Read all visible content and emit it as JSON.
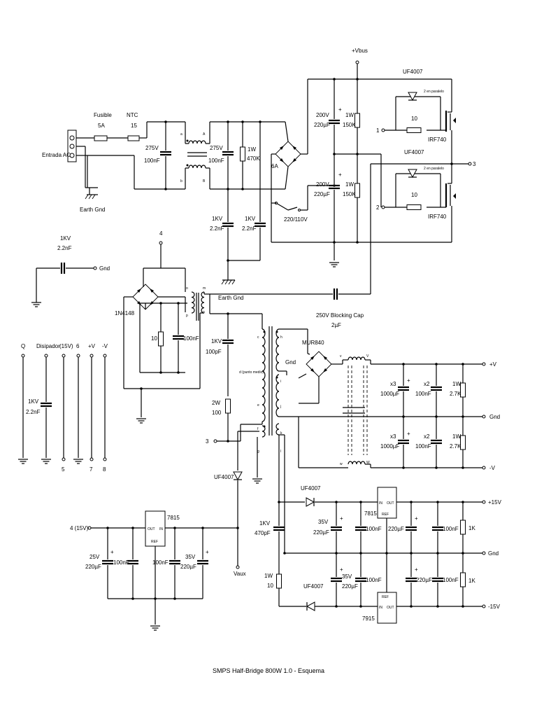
{
  "caption": "SMPS Half-Bridge 800W 1.0 - Esquema",
  "labels": {
    "vbus": "+Vbus",
    "fusible": "Fusible",
    "fusible_val": "5A",
    "ntc": "NTC",
    "ntc_val": "15",
    "entrada_ac": "Entrada AC",
    "earth_gnd_1": "Earth Gnd",
    "earth_gnd_2": "Earth Gnd",
    "c275a_v": "275V",
    "c275a_c": "100nF",
    "c275b_v": "275V",
    "c275b_c": "100nF",
    "choke_a_in": "a",
    "choke_b_in": "b",
    "choke_a_out": "A",
    "choke_b_out": "B",
    "r470_w": "1W",
    "r470_v": "470K",
    "bridge_6a": "6A",
    "c1kv_a_v": "1KV",
    "c1kv_a_c": "2.2nF",
    "c1kv_b_v": "1KV",
    "c1kv_b_c": "2.2nF",
    "sw_220": "220/110V",
    "c200_top_v": "200V",
    "c200_top_c": "220µF",
    "r150_top_w": "1W",
    "r150_top_v": "150K",
    "c200_bot_v": "200V",
    "c200_bot_c": "220µF",
    "r150_bot_w": "1W",
    "r150_bot_v": "150K",
    "uf4007_top": "UF4007",
    "uf4007_mid": "UF4007",
    "zener_top": "2 en paralelo",
    "zener_bot": "2 en paralelo",
    "r10_top": "10",
    "r10_bot": "10",
    "irf_top": "IRF740",
    "irf_bot": "IRF740",
    "pin1": "1",
    "pin2": "2",
    "pin3_right": "3",
    "c1kv_gnd_v": "1KV",
    "c1kv_gnd_c": "2.2nF",
    "gnd_left": "Gnd",
    "pin4": "4",
    "n4148": "1N4148",
    "r10_drv": "10",
    "c100_drv": "100nF",
    "drv_o": "o",
    "drv_p": "p",
    "drv_m": "m",
    "drv_n": "n",
    "earth_gnd_3": "Earth Gnd",
    "blocking_cap": "250V Blocking Cap",
    "blocking_cap_c": "2µF",
    "q": "Q",
    "disipador": "Disipador",
    "v15_paren": "(15V)",
    "six": "6",
    "plus_v": "+V",
    "minus_v": "-V",
    "c1kv_dis_v": "1KV",
    "c1kv_dis_c": "2.2nF",
    "five": "5",
    "seven": "7",
    "eight": "8",
    "snub_v": "1KV",
    "snub_c": "100pF",
    "snub_r_w": "2W",
    "snub_r_v": "100",
    "pin3_left": "3",
    "punto_medio": "d (punto medio)",
    "t_c": "c",
    "t_e": "e",
    "t_f": "f",
    "t_g": "g",
    "t_h": "h",
    "t_i": "i",
    "t_j": "j",
    "t_k": "k",
    "t_l": "l",
    "gnd_tx": "Gnd",
    "mur840": "MUR840",
    "l_v1": "v",
    "l_v2": "V",
    "l_w1": "w",
    "l_w2": "W",
    "x3_top": "x3",
    "c1000_top": "1000µF",
    "x2_top": "x2",
    "c100_top": "100nF",
    "r27_top_w": "1W",
    "r27_top_v": "2.7K",
    "x3_bot": "x3",
    "c1000_bot": "1000µF",
    "x2_bot": "x2",
    "c100_bot": "100nF",
    "r27_bot_w": "1W",
    "r27_bot_v": "2.7K",
    "out_plus_v": "+V",
    "out_gnd_1": "Gnd",
    "out_minus_v": "-V",
    "uf4007_aux": "UF4007",
    "uf4007_p15": "UF4007",
    "uf4007_m15": "UF4007",
    "reg_7815_a": "7815",
    "reg_7815_a_out": "OUT",
    "reg_7815_a_in": "IN",
    "reg_7815_a_ref": "REF",
    "in_4_15v": "4 (15V)",
    "c25_v": "25V",
    "c25_c": "220µF",
    "c100_aux1": "100nF",
    "c100_aux2": "100nF",
    "c35_aux_v": "35V",
    "c35_aux_c": "220µF",
    "vaux": "Vaux",
    "c1kv_aux_v": "1KV",
    "c1kv_aux_c": "470pF",
    "r1w_aux_w": "1W",
    "r1w_aux_v": "10",
    "reg_7815_b": "7815",
    "reg_7815_b_in": "IN",
    "reg_7815_b_out": "OUT",
    "reg_7815_b_ref": "REF",
    "c35_p_v": "35V",
    "c35_p_c": "220µF",
    "c100_p1": "100nF",
    "c220_p2": "220µF",
    "c100_p3": "100nF",
    "r1k_p": "1K",
    "c35_m_v": "35V",
    "c35_m_c": "220µF",
    "c100_m1": "100nF",
    "c220_m2": "220µF",
    "c100_m3": "100nF",
    "r1k_m": "1K",
    "reg_7915": "7915",
    "reg_7915_ref": "REF",
    "reg_7915_in": "IN",
    "reg_7915_out": "OUT",
    "out_p15": "+15V",
    "out_gnd_2": "Gnd",
    "out_m15": "-15V",
    "plus": "+"
  }
}
